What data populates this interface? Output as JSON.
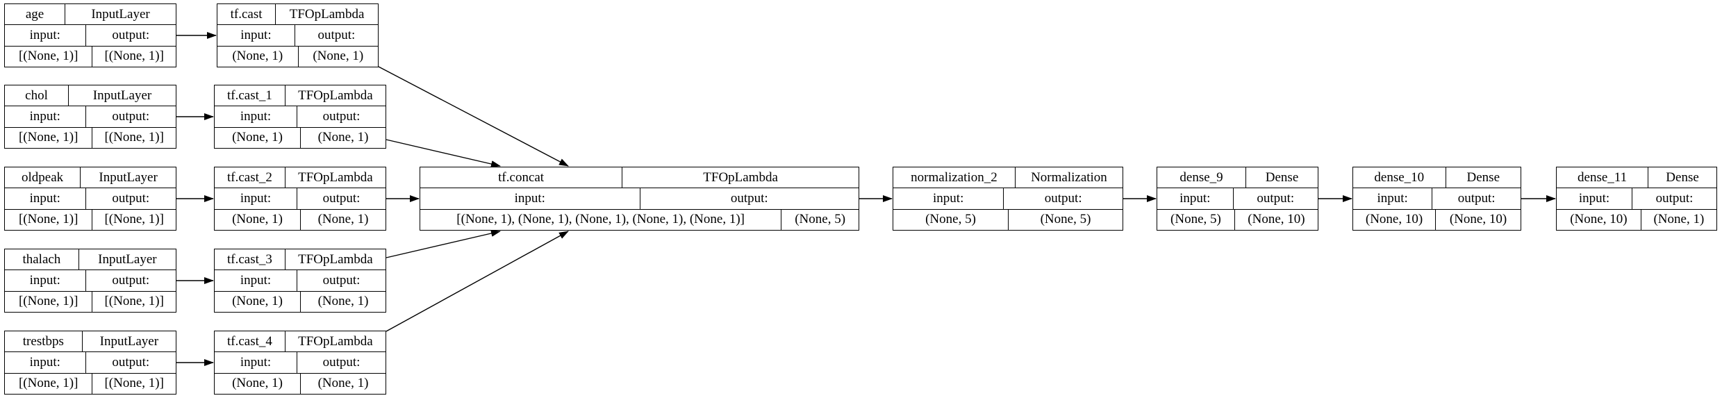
{
  "diagram": {
    "title": "keras-model-architecture",
    "background_color": "#ffffff",
    "line_color": "#000000",
    "nodes": [
      {
        "id": "age",
        "name": "age",
        "type": "InputLayer",
        "input_label": "input:",
        "output_label": "output:",
        "input_shape": "[(None, 1)]",
        "output_shape": "[(None, 1)]"
      },
      {
        "id": "chol",
        "name": "chol",
        "type": "InputLayer",
        "input_label": "input:",
        "output_label": "output:",
        "input_shape": "[(None, 1)]",
        "output_shape": "[(None, 1)]"
      },
      {
        "id": "oldpeak",
        "name": "oldpeak",
        "type": "InputLayer",
        "input_label": "input:",
        "output_label": "output:",
        "input_shape": "[(None, 1)]",
        "output_shape": "[(None, 1)]"
      },
      {
        "id": "thalach",
        "name": "thalach",
        "type": "InputLayer",
        "input_label": "input:",
        "output_label": "output:",
        "input_shape": "[(None, 1)]",
        "output_shape": "[(None, 1)]"
      },
      {
        "id": "trestbps",
        "name": "trestbps",
        "type": "InputLayer",
        "input_label": "input:",
        "output_label": "output:",
        "input_shape": "[(None, 1)]",
        "output_shape": "[(None, 1)]"
      },
      {
        "id": "tf.cast",
        "name": "tf.cast",
        "type": "TFOpLambda",
        "input_label": "input:",
        "output_label": "output:",
        "input_shape": "(None, 1)",
        "output_shape": "(None, 1)"
      },
      {
        "id": "tf.cast_1",
        "name": "tf.cast_1",
        "type": "TFOpLambda",
        "input_label": "input:",
        "output_label": "output:",
        "input_shape": "(None, 1)",
        "output_shape": "(None, 1)"
      },
      {
        "id": "tf.cast_2",
        "name": "tf.cast_2",
        "type": "TFOpLambda",
        "input_label": "input:",
        "output_label": "output:",
        "input_shape": "(None, 1)",
        "output_shape": "(None, 1)"
      },
      {
        "id": "tf.cast_3",
        "name": "tf.cast_3",
        "type": "TFOpLambda",
        "input_label": "input:",
        "output_label": "output:",
        "input_shape": "(None, 1)",
        "output_shape": "(None, 1)"
      },
      {
        "id": "tf.cast_4",
        "name": "tf.cast_4",
        "type": "TFOpLambda",
        "input_label": "input:",
        "output_label": "output:",
        "input_shape": "(None, 1)",
        "output_shape": "(None, 1)"
      },
      {
        "id": "tf.concat",
        "name": "tf.concat",
        "type": "TFOpLambda",
        "input_label": "input:",
        "output_label": "output:",
        "input_shape": "[(None, 1), (None, 1), (None, 1), (None, 1), (None, 1)]",
        "output_shape": "(None, 5)"
      },
      {
        "id": "normalization_2",
        "name": "normalization_2",
        "type": "Normalization",
        "input_label": "input:",
        "output_label": "output:",
        "input_shape": "(None, 5)",
        "output_shape": "(None, 5)"
      },
      {
        "id": "dense_9",
        "name": "dense_9",
        "type": "Dense",
        "input_label": "input:",
        "output_label": "output:",
        "input_shape": "(None, 5)",
        "output_shape": "(None, 10)"
      },
      {
        "id": "dense_10",
        "name": "dense_10",
        "type": "Dense",
        "input_label": "input:",
        "output_label": "output:",
        "input_shape": "(None, 10)",
        "output_shape": "(None, 10)"
      },
      {
        "id": "dense_11",
        "name": "dense_11",
        "type": "Dense",
        "input_label": "input:",
        "output_label": "output:",
        "input_shape": "(None, 10)",
        "output_shape": "(None, 1)"
      }
    ],
    "edges": [
      {
        "from": "age",
        "to": "tf.cast"
      },
      {
        "from": "chol",
        "to": "tf.cast_1"
      },
      {
        "from": "oldpeak",
        "to": "tf.cast_2"
      },
      {
        "from": "thalach",
        "to": "tf.cast_3"
      },
      {
        "from": "trestbps",
        "to": "tf.cast_4"
      },
      {
        "from": "tf.cast",
        "to": "tf.concat"
      },
      {
        "from": "tf.cast_1",
        "to": "tf.concat"
      },
      {
        "from": "tf.cast_2",
        "to": "tf.concat"
      },
      {
        "from": "tf.cast_3",
        "to": "tf.concat"
      },
      {
        "from": "tf.cast_4",
        "to": "tf.concat"
      },
      {
        "from": "tf.concat",
        "to": "normalization_2"
      },
      {
        "from": "normalization_2",
        "to": "dense_9"
      },
      {
        "from": "dense_9",
        "to": "dense_10"
      },
      {
        "from": "dense_10",
        "to": "dense_11"
      }
    ]
  }
}
